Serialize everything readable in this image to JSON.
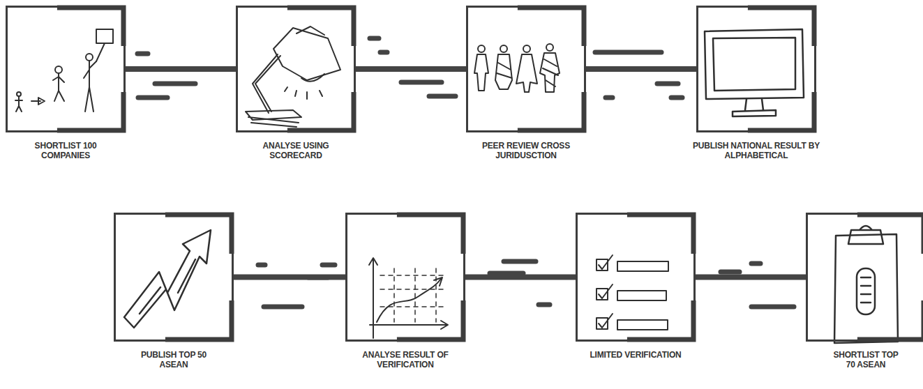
{
  "diagram": {
    "nodes": [
      {
        "text": [
          "SHORTLIST 100 COMPANIES"
        ]
      },
      {
        "text": [
          "ANALYSE USING SCORECARD"
        ]
      },
      {
        "text": [
          "PEER REVIEW CROSS JURIDUSCTION"
        ]
      },
      {
        "text": [
          "PUBLISH NATIONAL RESULT BY ALPHABETICAL"
        ]
      },
      {
        "text": [
          "PUBLISH TOP 50 ASEAN"
        ]
      },
      {
        "text": [
          "ANALYSE RESULT OF VERIFICATION"
        ]
      },
      {
        "text": [
          "LIMITED VERIFICATION"
        ]
      },
      {
        "text": [
          "SHORTLIST TOP 70 ASEAN"
        ]
      }
    ],
    "edges": [
      {
        "from": 0,
        "to": 1,
        "arrow": "none"
      },
      {
        "from": 1,
        "to": 2,
        "arrow": "none"
      },
      {
        "from": 2,
        "to": 3,
        "arrow": "none"
      },
      {
        "from": 4,
        "to": 5,
        "arrow": "none"
      },
      {
        "from": 5,
        "to": 6,
        "arrow": "none"
      },
      {
        "from": 6,
        "to": 7,
        "arrow": "none"
      }
    ]
  }
}
